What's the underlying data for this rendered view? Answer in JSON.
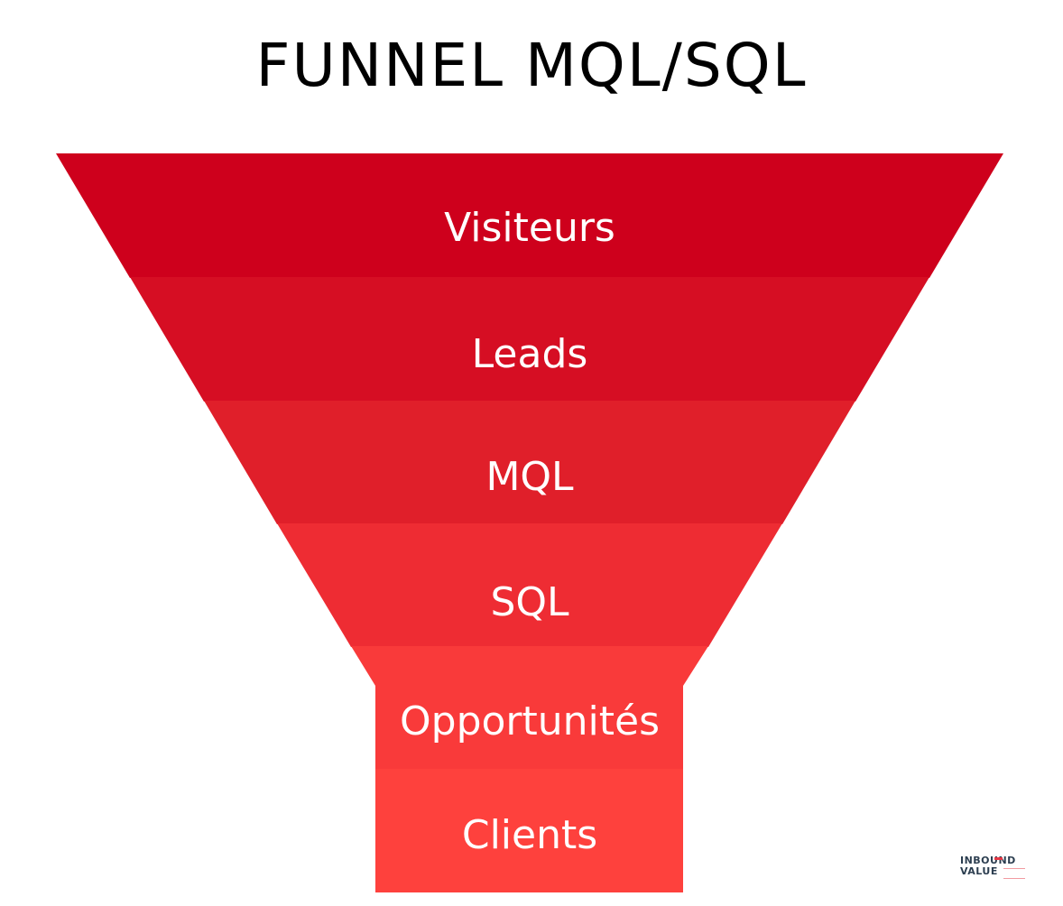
{
  "title": "FUNNEL MQL/SQL",
  "stages": [
    {
      "label": "Visiteurs",
      "color": "#CE001C"
    },
    {
      "label": "Leads",
      "color": "#D60E23"
    },
    {
      "label": "MQL",
      "color": "#E01F2A"
    },
    {
      "label": "SQL",
      "color": "#EE2C33"
    },
    {
      "label": "Opportunités",
      "color": "#F93A3A"
    },
    {
      "label": "Clients",
      "color": "#FE413D"
    }
  ],
  "logo": {
    "line1": "INBOUND",
    "line2": "VALUE"
  }
}
